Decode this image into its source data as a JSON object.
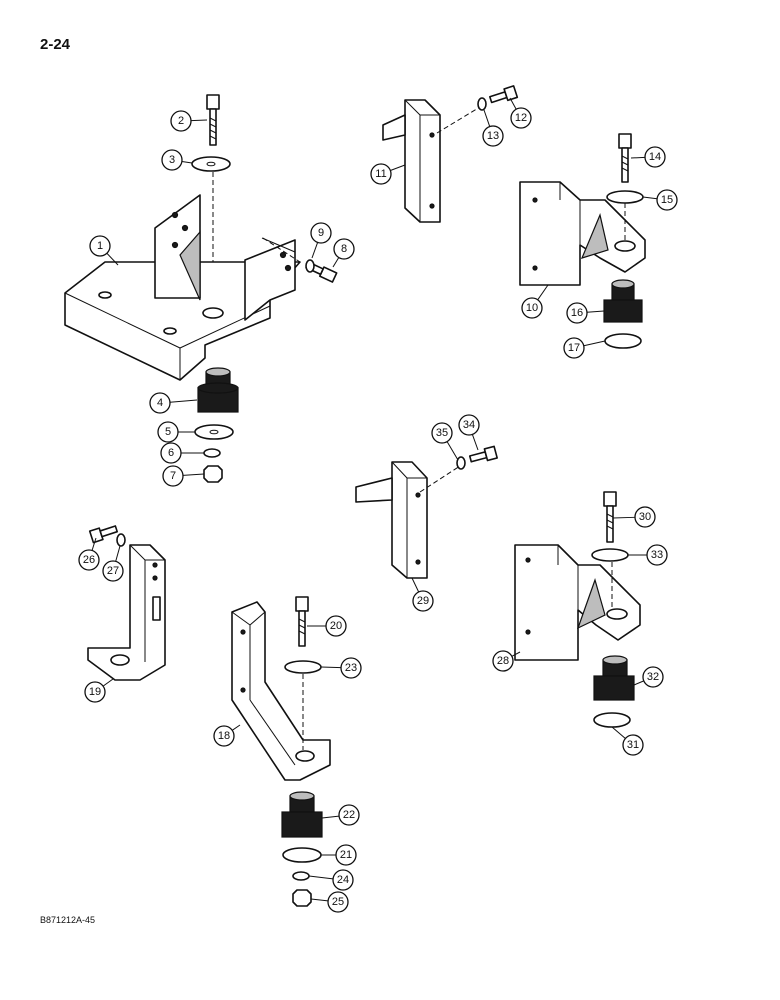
{
  "page": {
    "number": "2-24",
    "figure_code": "B871212A-45"
  },
  "callouts": [
    {
      "id": "c1",
      "label": "1"
    },
    {
      "id": "c2",
      "label": "2"
    },
    {
      "id": "c3",
      "label": "3"
    },
    {
      "id": "c4",
      "label": "4"
    },
    {
      "id": "c5",
      "label": "5"
    },
    {
      "id": "c6",
      "label": "6"
    },
    {
      "id": "c7",
      "label": "7"
    },
    {
      "id": "c8",
      "label": "8"
    },
    {
      "id": "c9",
      "label": "9"
    },
    {
      "id": "c10",
      "label": "10"
    },
    {
      "id": "c11",
      "label": "11"
    },
    {
      "id": "c12",
      "label": "12"
    },
    {
      "id": "c13",
      "label": "13"
    },
    {
      "id": "c14",
      "label": "14"
    },
    {
      "id": "c15",
      "label": "15"
    },
    {
      "id": "c16",
      "label": "16"
    },
    {
      "id": "c17",
      "label": "17"
    },
    {
      "id": "c18",
      "label": "18"
    },
    {
      "id": "c19",
      "label": "19"
    },
    {
      "id": "c20",
      "label": "20"
    },
    {
      "id": "c21",
      "label": "21"
    },
    {
      "id": "c22",
      "label": "22"
    },
    {
      "id": "c23",
      "label": "23"
    },
    {
      "id": "c24",
      "label": "24"
    },
    {
      "id": "c25",
      "label": "25"
    },
    {
      "id": "c26",
      "label": "26"
    },
    {
      "id": "c27",
      "label": "27"
    },
    {
      "id": "c28",
      "label": "28"
    },
    {
      "id": "c29",
      "label": "29"
    },
    {
      "id": "c30",
      "label": "30"
    },
    {
      "id": "c31",
      "label": "31"
    },
    {
      "id": "c32",
      "label": "32"
    },
    {
      "id": "c33",
      "label": "33"
    },
    {
      "id": "c34",
      "label": "34"
    },
    {
      "id": "c35",
      "label": "35"
    }
  ]
}
